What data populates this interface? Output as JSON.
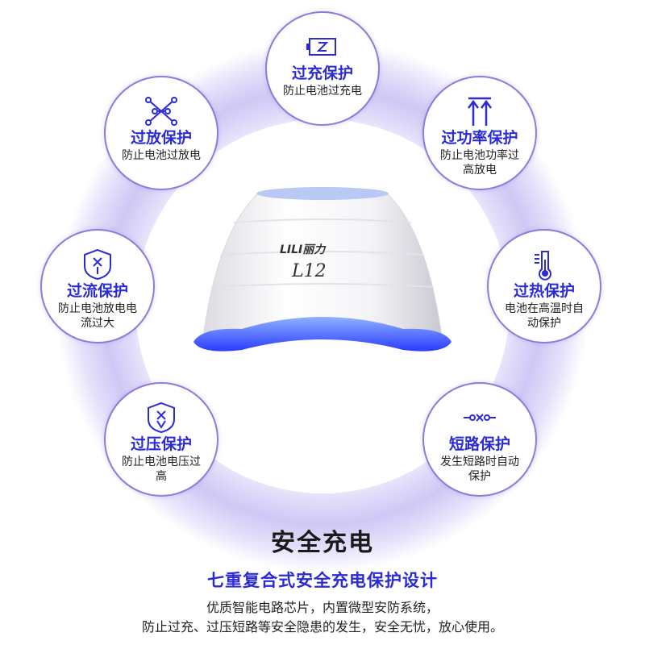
{
  "colors": {
    "ring": "#c9c2f2",
    "accent": "#2b2bd6",
    "border": "#8a7ddb",
    "led": "#3a5cff"
  },
  "product": {
    "brand": "LILI丽力",
    "model": "L12"
  },
  "features": [
    {
      "icon": "battery-icon",
      "title": "过充保护",
      "desc": "防止电池过充电"
    },
    {
      "icon": "power-arrows-icon",
      "title": "过功率保护",
      "desc": "防止电池功率过高放电"
    },
    {
      "icon": "thermometer-icon",
      "title": "过热保护",
      "desc": "电池在高温时自动保护"
    },
    {
      "icon": "short-circuit-icon",
      "title": "短路保护",
      "desc": "发生短路时自动保护"
    },
    {
      "icon": "shield-voltage-icon",
      "title": "过压保护",
      "desc": "防止电池电压过高"
    },
    {
      "icon": "shield-current-icon",
      "title": "过流保护",
      "desc": "防止电池放电电流过大"
    },
    {
      "icon": "network-icon",
      "title": "过放保护",
      "desc": "防止电池过放电"
    }
  ],
  "heading": "安全充电",
  "subheading": "七重复合式安全充电保护设计",
  "description": [
    "优质智能电路芯片，内置微型安防系统，",
    "防止过充、过压短路等安全隐患的发生，安全无忧，放心使用。"
  ]
}
